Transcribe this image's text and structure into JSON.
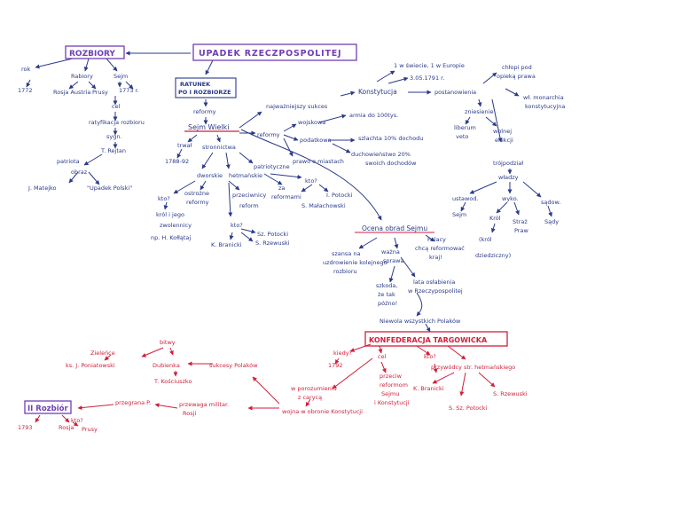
{
  "colors": {
    "ink_blue": "#2a3a8a",
    "ink_red": "#d01f3a",
    "ink_purple": "#6f3fb5",
    "ink_grey": "#5a5a5a",
    "background": "#ffffff"
  },
  "title": "UPADEK RZECZPOSPOLITEJ",
  "rozbiory_box": "ROZBIORY",
  "rozbiory": {
    "left_1": "rok",
    "left_1_year": "1772",
    "left_2": "Rabiory",
    "left_2_sub": "Rosja Austria",
    "left_3": "Sejm",
    "left_3_mid": "Prusy",
    "left_3_year": "1773 r.",
    "cel": "cel",
    "ratyfikacja": "ratyfikacja rozbioru",
    "sygn": "sygn.",
    "rejtan": "T. Rejtan",
    "patriotic": "patriota",
    "obrazek": "obraz",
    "matejko": "J. Matejko",
    "upadek_polski": "\"Upadek Polski\""
  },
  "ratunek_box_1": "RATUNEK",
  "ratunek_box_2": "PO I ROZBIORZE",
  "reformy": "reformy",
  "sejm_wielki": "Sejm Wielki",
  "czas_trwania": "trwał",
  "lata_sejmu": "1788-92",
  "stronnictwa": "stronnictwa",
  "reformy_2": "reformy",
  "wojskowa": "wojskowa",
  "armia": "armia do 100tys.",
  "podatkowa": "podatkowa",
  "podatek_10": "szlachta 10% dochodu",
  "duchowienstwo": "duchowieństwo 20%",
  "swoich_dochodow": "swoich dochodów",
  "prawo_o_miastach": "prawo o miastach",
  "najwazniejszy_sukces": "najważniejszy sukces",
  "konstytucja": "Konstytucja",
  "pierwsza": "1 w świecie, 1 w Europie",
  "data_konstytucji": "3.05.1791 r.",
  "postanowienia": "postanowienia",
  "chlopi": "chłopi pod",
  "opieka": "opieką prawa",
  "wl_monarchia": "wł. monarchia",
  "konstytucyjna": "konstytucyjna",
  "zniesienie": "zniesienie",
  "liberum": "liberum",
  "veto": "veto",
  "wolnej": "wolnej",
  "elekcji": "elekcji",
  "trojpodzial": "trójpodział",
  "wladzy": "władzy",
  "ustawodawcza": "ustawod.",
  "sejm": "Sejm",
  "wykonawcza": "wyko.",
  "krol": "Król",
  "straz": "Straż",
  "praw": "Praw",
  "sadownicza": "sądow.",
  "sady": "Sądy",
  "z_dziedziczny": "(król",
  "dziedziczny": "dziedziczny)",
  "stronnictwa_labels": {
    "dworskie": "dworskie",
    "hetmanskie": "hetmańskie",
    "patriotyczne": "patriotyczne"
  },
  "dworskie": {
    "kto": "kto?",
    "krol": "król i jego",
    "zwolennicy": "zwolennicy",
    "kolo": "np. H. Kołłątaj",
    "ostrozne": "ostrożne",
    "reformy": "reformy"
  },
  "hetmanskie": {
    "przeciwnicy": "przeciwnicy",
    "reform": "reform",
    "kto": "kto?",
    "branicki": "K. Branicki",
    "potocki": "Sz. Potocki",
    "rzewuski": "S. Rzewuski"
  },
  "patriotyczne": {
    "za": "za",
    "reformami": "reformami",
    "kto": "kto?",
    "potocki": "I. Potocki",
    "malachowski": "S. Małachowski"
  },
  "ocena": {
    "title": "Ocena obrad Sejmu",
    "szansa_1": "szansa na",
    "szansa_2": "uzdrowienie kolejnego",
    "szansa_3": "rozbioru",
    "waznia_1": "ważna",
    "waznia_2": "sprawa",
    "polacy_1": "Polacy",
    "polacy_2": "chcą reformować",
    "polacy_3": "kraj!",
    "szkoda_1": "szkoda,",
    "szkoda_2": "że tak",
    "szkoda_3": "późno!",
    "lata_1": "lata osłabienia",
    "lata_2": "w Rzeczypospolitej",
    "niewola": "Niewola wszystkich Polaków"
  },
  "konfederacja_box": "KONFEDERACJA TARGOWICKA",
  "konfederacja": {
    "kiedy": "kiedy?",
    "rok": "1792",
    "cel": "cel",
    "cel_1": "przeciw",
    "cel_2": "reformom",
    "cel_3": "Sejmu",
    "cel_4": "i Konstytucji",
    "kto": "kto?",
    "przywodcy": "przywódcy str. hetmańskiego",
    "branicki": "K. Branicki",
    "rzewuski": "S. Rzewuski",
    "potocki": "S. Sz. Potocki",
    "w_porozumieniu_1": "w porozumieniu",
    "w_porozumieniu_2": "z carycą",
    "wojna": "wojna w obronie Konstytucji",
    "sukcesy": "sukcesy Polaków",
    "bitwy": "bitwy",
    "zielence": "Zieleńce",
    "poniatowski": "ks. J. Poniatowski",
    "dubienka": "Dubienka",
    "kosciuszko": "T. Kościuszko",
    "przewaga": "przewaga militar.",
    "rosji": "Rosji",
    "przegrana": "przegrana P.",
    "rozbior_box": "II Rozbiór",
    "rozbior_kto": "kto?",
    "rozbior_rok": "1793",
    "rozbior_rosja": "Rosja",
    "rozbior_prusy": "Prusy"
  }
}
